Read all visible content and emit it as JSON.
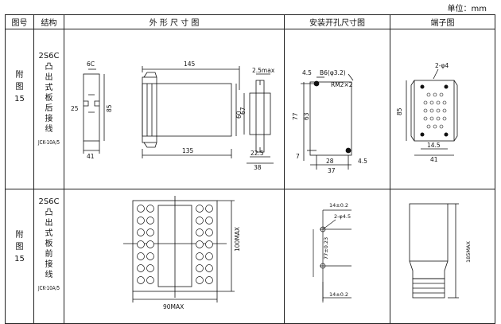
{
  "unit_label": "单位：mm",
  "headers": {
    "fig_no": "图号",
    "structure": "结构",
    "outline": "外 形 尺 寸 图",
    "mounting": "安装开孔尺寸图",
    "terminal": "端子图"
  },
  "rows": [
    {
      "fig": [
        "附",
        "图",
        "15"
      ],
      "code": "2S6C",
      "structure_chars": [
        "凸",
        "出",
        "式",
        "板",
        "后",
        "接",
        "线"
      ],
      "model": "JCK-10A/5",
      "outline_dims": {
        "small_w": "6C",
        "small_h": "25",
        "small_h2": "85",
        "small_bottom": "41",
        "top": "145",
        "bottom": "135",
        "right_h": "67",
        "side_top": "2.5max",
        "side_h": "60",
        "side_b1": "22.5",
        "side_b2": "38"
      },
      "mount_dims": {
        "top": "4.5",
        "hole": "B6(φ3.2)",
        "rm": "RM2×2",
        "h1": "77",
        "h2": "63",
        "h3": "7",
        "b1": "28",
        "b2": "4.5",
        "b3": "37"
      },
      "terminal_dims": {
        "hole": "2-φ4",
        "h": "85",
        "b1": "14.5",
        "b2": "41"
      }
    },
    {
      "fig": [
        "附",
        "图",
        "15"
      ],
      "code": "2S6C",
      "structure_chars": [
        "凸",
        "出",
        "式",
        "板",
        "前",
        "接",
        "线"
      ],
      "model": "JCK-10A/5",
      "outline_dims": {
        "w": "90MAX",
        "h": "100MAX"
      },
      "mount_dims": {
        "top": "14±0.2",
        "hole": "2-φ4.5",
        "h": "77±0.23",
        "bottom": "14±0.2"
      },
      "terminal_dims": {
        "h": "185MAX"
      }
    }
  ]
}
